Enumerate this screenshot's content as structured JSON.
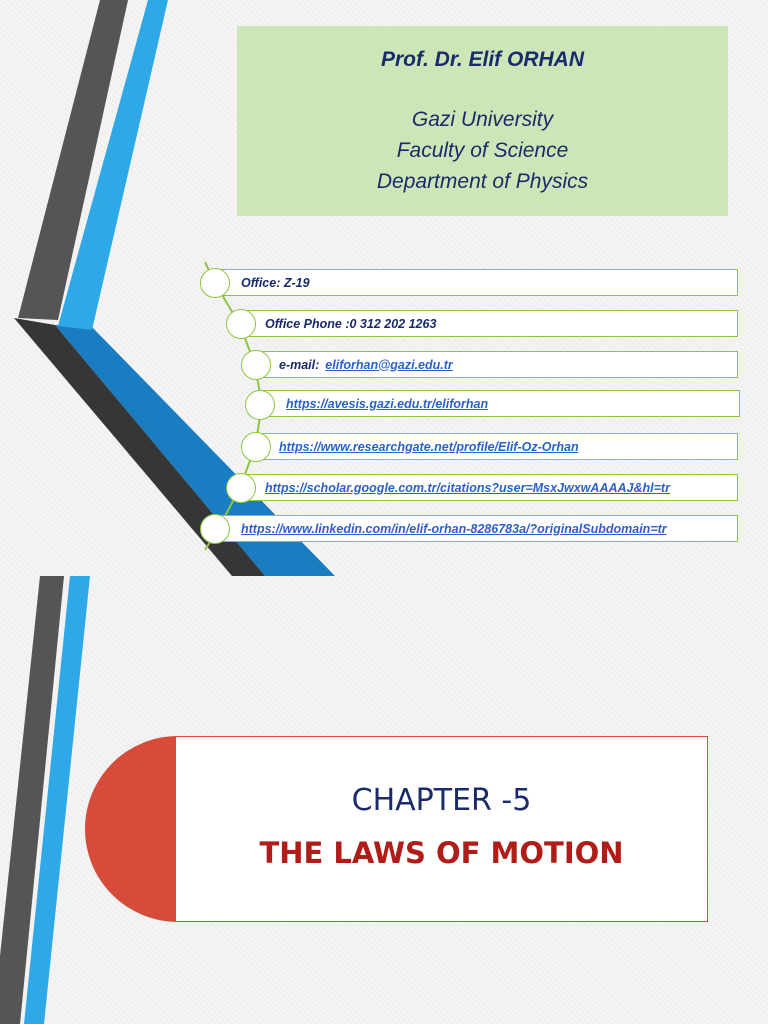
{
  "slide1": {
    "name": "Prof. Dr. Elif ORHAN",
    "university": "Gazi University",
    "faculty": "Faculty of Science",
    "department": "Department of Physics",
    "contacts": [
      {
        "label": "Office: Z-19",
        "value": ""
      },
      {
        "label": "Office Phone :0 312 202 1263",
        "value": ""
      },
      {
        "label": "e-mail:",
        "value": "eliforhan@gazi.edu.tr"
      },
      {
        "label": "",
        "value": "https://avesis.gazi.edu.tr/eliforhan"
      },
      {
        "label": "",
        "value": "https://www.researchgate.net/profile/Elif-Oz-Orhan"
      },
      {
        "label": "",
        "value": "https://scholar.google.com.tr/citations?user=MsxJwxwAAAAJ&hl=tr"
      },
      {
        "label": "",
        "value": "https://www.linkedin.com/in/elif-orhan-8286783a/?originalSubdomain=tr"
      }
    ]
  },
  "slide2": {
    "chapter": "CHAPTER -5",
    "title": "THE LAWS OF MOTION"
  },
  "colors": {
    "navy": "#1a2b6b",
    "title_bg": "#cde6b8",
    "accent_green": "#8cc63f",
    "link_blue": "#2a62c9",
    "red": "#d64b3a",
    "dark_red": "#b01c17",
    "stripe_blue": "#2fa8e8",
    "stripe_dark": "#4a4a4a"
  }
}
